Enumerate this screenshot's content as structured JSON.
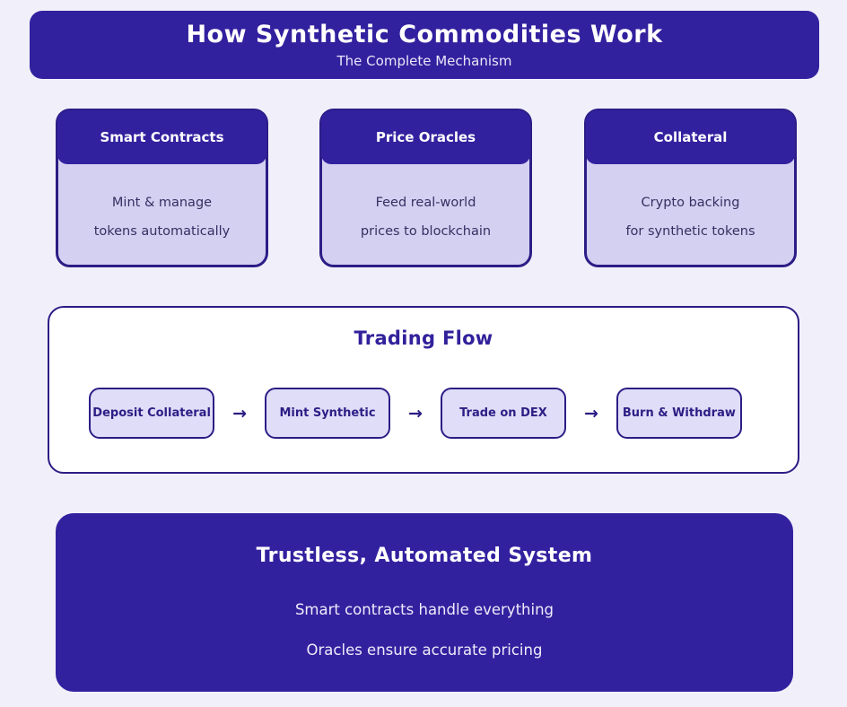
{
  "header": {
    "title": "How Synthetic Commodities Work",
    "subtitle": "The Complete Mechanism"
  },
  "cards": [
    {
      "title": "Smart Contracts",
      "line1": "Mint & manage",
      "line2": "tokens automatically"
    },
    {
      "title": "Price Oracles",
      "line1": "Feed real-world",
      "line2": "prices to blockchain"
    },
    {
      "title": "Collateral",
      "line1": "Crypto backing",
      "line2": "for synthetic tokens"
    }
  ],
  "trading_flow": {
    "title": "Trading Flow",
    "steps": [
      "Deposit Collateral",
      "Mint Synthetic",
      "Trade on DEX",
      "Burn & Withdraw"
    ],
    "arrow": "→"
  },
  "footer": {
    "title": "Trustless, Automated System",
    "line1": "Smart contracts handle everything",
    "line2": "Oracles ensure accurate pricing"
  },
  "colors": {
    "background": "#F1F0FA",
    "indigo": "#32219F",
    "border_dark": "#2C1D86",
    "card_body": "#D3D0F1",
    "step_fill": "#DFDDF8",
    "card_text": "#363063",
    "white": "#FFFFFF"
  }
}
